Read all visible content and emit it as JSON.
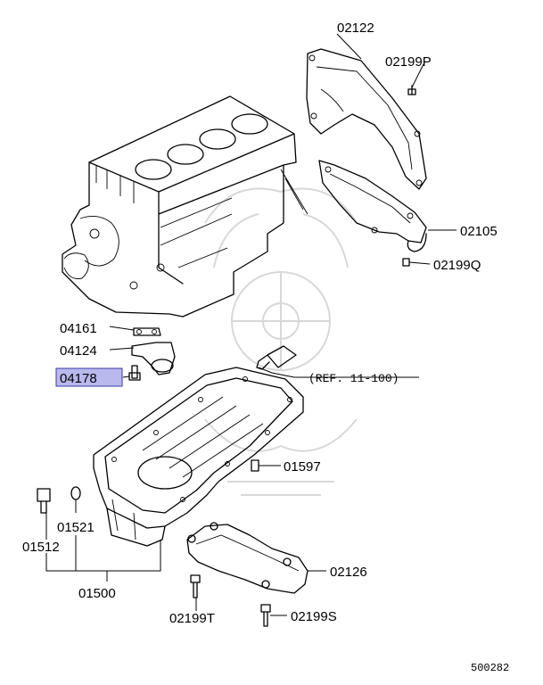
{
  "labels": {
    "p02122": "02122",
    "p02199P": "02199P",
    "p02105": "02105",
    "p02199Q": "02199Q",
    "p04161": "04161",
    "p04124": "04124",
    "p04178": "04178",
    "ref": "(REF. 11-100)",
    "p01597": "01597",
    "p01521": "01521",
    "p01512": "01512",
    "p01500": "01500",
    "p02126": "02126",
    "p02199T": "02199T",
    "p02199S": "02199S"
  },
  "diagram_code": "500282",
  "colors": {
    "highlight_fill": "#b9b9ee",
    "highlight_border": "#3a3aa0",
    "line": "#000000",
    "watermark": "#d8d8d8"
  }
}
